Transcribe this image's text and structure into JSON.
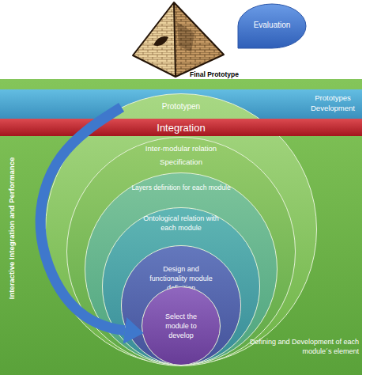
{
  "diagram": {
    "nodes": [
      {
        "text": [
          "Evaluation"
        ]
      },
      {
        "text": [
          "Defining and Development of each module´s element"
        ]
      },
      {
        "text": [
          "Prototypes Development"
        ],
        "in": 1
      },
      {
        "text": [
          "Integration"
        ],
        "in": 1
      },
      {
        "text": [
          "Prototypen"
        ],
        "in": 1
      },
      {
        "text": [
          "Inter-modular relation Specification"
        ],
        "in": 4
      },
      {
        "text": [
          "Layers definition for each module"
        ],
        "in": 5
      },
      {
        "text": [
          "Ontological relation with each module"
        ],
        "in": 6
      },
      {
        "text": [
          "Design and functionality module definition"
        ],
        "in": 7
      },
      {
        "text": [
          "Select the module to develop"
        ],
        "in": 8
      }
    ],
    "edges": [
      {
        "from": 4,
        "to": 9,
        "arrow": "to",
        "label": "Interactive Integration and Performance"
      }
    ],
    "labels": [
      "Final Prototype"
    ]
  }
}
